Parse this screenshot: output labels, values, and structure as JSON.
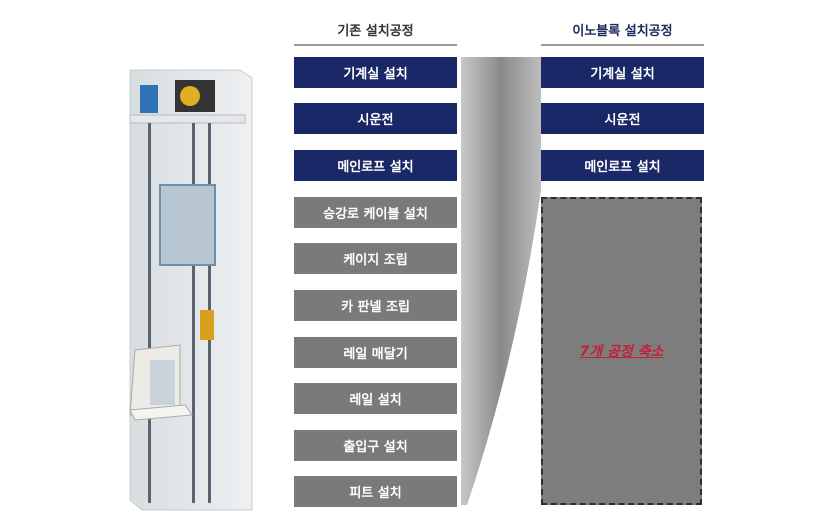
{
  "left_header": "기존 설치공정",
  "right_header": "이노블록 설치공정",
  "left_steps": [
    "기계실 설치",
    "시운전",
    "메인로프 설치",
    "승강로 케이블 설치",
    "케이지 조립",
    "카 판넬 조립",
    "레일 매달기",
    "레일 설치",
    "출입구 설치",
    "피트 설치"
  ],
  "right_steps": [
    "기계실 설치",
    "시운전",
    "메인로프 설치"
  ],
  "reduction_label": "7개 공정 축소",
  "colors": {
    "navy": "#1a2868",
    "gray": "#7a7a7a",
    "accent": "#c0223a"
  }
}
